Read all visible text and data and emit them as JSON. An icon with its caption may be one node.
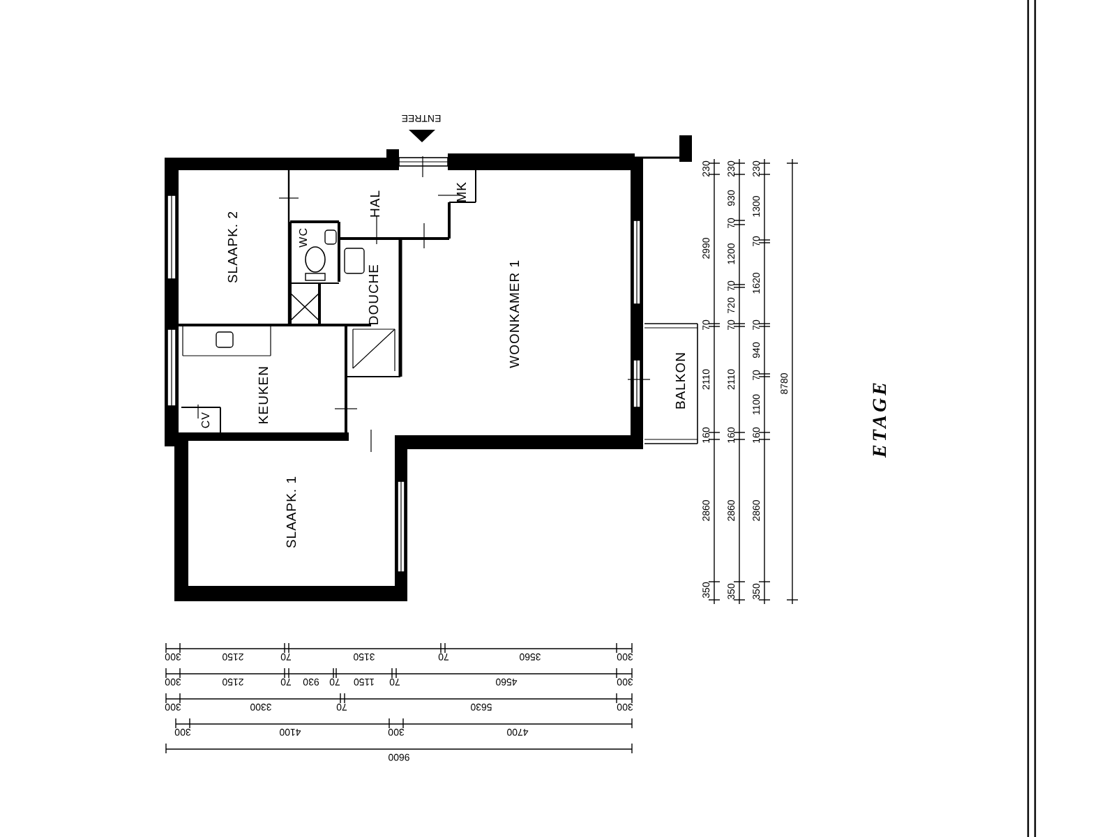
{
  "diagram": {
    "nodes": [
      {
        "text": [
          "SLAAPK. 2"
        ]
      },
      {
        "text": [
          "HAL"
        ]
      },
      {
        "text": [
          "MK"
        ]
      },
      {
        "text": [
          "WC"
        ]
      },
      {
        "text": [
          "DOUCHE"
        ]
      },
      {
        "text": [
          "KEUKEN"
        ]
      },
      {
        "text": [
          "CV"
        ]
      },
      {
        "text": [
          "WOONKAMER 1"
        ]
      },
      {
        "text": [
          "BALKON"
        ]
      },
      {
        "text": [
          "SLAAPK. 1"
        ]
      }
    ],
    "labels": [
      "ENTREE",
      "ETAGE",
      "230",
      "2990",
      "70",
      "2110",
      "160",
      "2860",
      "350",
      "230",
      "930",
      "70",
      "1200",
      "70",
      "720",
      "70",
      "2110",
      "160",
      "2860",
      "350",
      "230",
      "1300",
      "70",
      "1620",
      "70",
      "940",
      "70",
      "1100",
      "160",
      "2860",
      "350",
      "8780",
      "300",
      "2150",
      "70",
      "3150",
      "70",
      "3560",
      "300",
      "300",
      "2150",
      "70",
      "930",
      "70",
      "1150",
      "70",
      "4560",
      "300",
      "300",
      "3300",
      "70",
      "5630",
      "300",
      "300",
      "4100",
      "300",
      "4700",
      "9600"
    ]
  }
}
